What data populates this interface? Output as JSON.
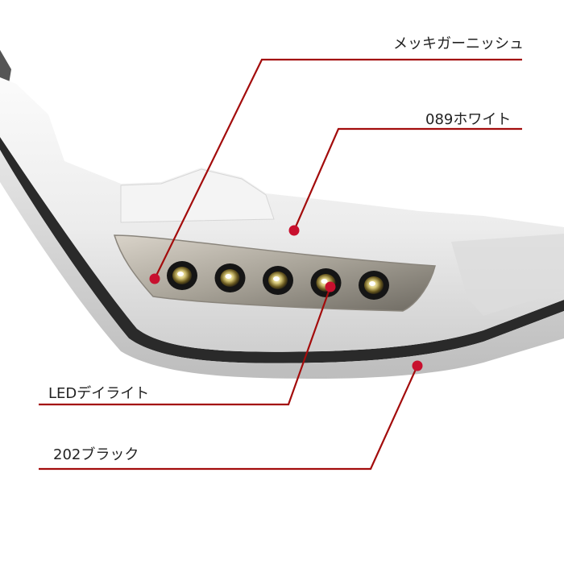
{
  "callouts": {
    "chrome_garnish": "メッキガーニッシュ",
    "white_089": "089ホワイト",
    "led_daylight": "LEDデイライト",
    "black_202": "202ブラック"
  },
  "colors": {
    "callout_line": "#a30c0c",
    "callout_dot": "#c8102e",
    "body_white": "#eeeeee",
    "trim_black": "#2a2a2a"
  },
  "led_count": 5
}
